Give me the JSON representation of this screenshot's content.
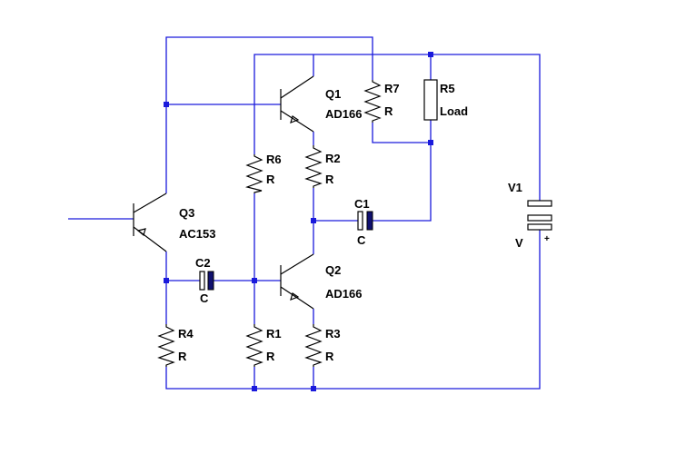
{
  "colors": {
    "wire": "#1a1adc",
    "component": "#000000",
    "node": "#1a1adc",
    "background": "#ffffff"
  },
  "components": {
    "q1": {
      "ref": "Q1",
      "value": "AD166"
    },
    "q2": {
      "ref": "Q2",
      "value": "AD166"
    },
    "q3": {
      "ref": "Q3",
      "value": "AC153"
    },
    "r1": {
      "ref": "R1",
      "value": "R"
    },
    "r2": {
      "ref": "R2",
      "value": "R"
    },
    "r3": {
      "ref": "R3",
      "value": "R"
    },
    "r4": {
      "ref": "R4",
      "value": "R"
    },
    "r5": {
      "ref": "R5",
      "value": "Load"
    },
    "r6": {
      "ref": "R6",
      "value": "R"
    },
    "r7": {
      "ref": "R7",
      "value": "R"
    },
    "c1": {
      "ref": "C1",
      "value": "C"
    },
    "c2": {
      "ref": "C2",
      "value": "C"
    },
    "v1": {
      "ref": "V1",
      "value": "V",
      "plus": "+"
    }
  }
}
